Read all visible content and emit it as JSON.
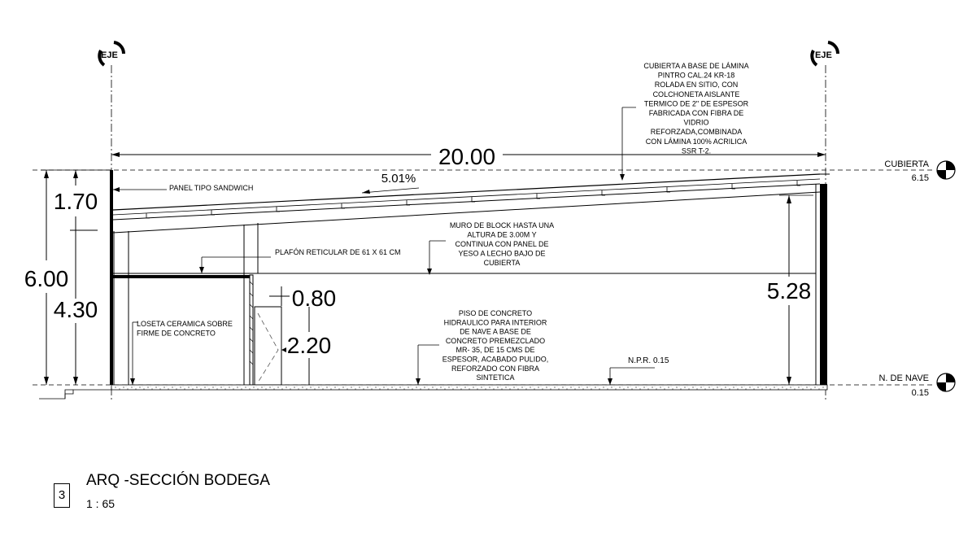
{
  "axis_label": "EJE",
  "dimensions": {
    "span": "20.00",
    "slope": "5.01%",
    "total_height": "6.00",
    "upper_height": "1.70",
    "lower_height": "4.30",
    "door_width": "0.80",
    "door_height": "2.20",
    "right_height": "5.28"
  },
  "levels": {
    "cubierta_label": "CUBIERTA",
    "cubierta_value": "6.15",
    "nave_label": "N. DE NAVE",
    "nave_value": "0.15",
    "npr": "N.P.R. 0.15"
  },
  "notes": {
    "panel": "PANEL TIPO SANDWICH",
    "plafon": "PLAFÓN RETICULAR DE 61 X 61 CM",
    "cubierta": [
      "CUBIERTA A BASE DE LÁMINA",
      "PINTRO CAL.24 KR-18",
      "ROLADA EN SITIO, CON",
      "COLCHONETA AISLANTE",
      "TERMICO DE 2\" DE ESPESOR",
      "FABRICADA CON FIBRA DE",
      "VIDRIO",
      "REFORZADA,COMBINADA",
      "CON LÁMINA 100% ACRILICA",
      "SSR T-2."
    ],
    "muro": [
      "MURO DE BLOCK HASTA UNA",
      "ALTURA DE 3.00M Y",
      "CONTINUA CON PANEL DE",
      "YESO A LECHO BAJO DE",
      "CUBIERTA"
    ],
    "loseta": [
      "LOSETA CERAMICA SOBRE",
      "FIRME DE CONCRETO"
    ],
    "piso": [
      "PISO DE CONCRETO",
      "HIDRAULICO PARA INTERIOR",
      "DE NAVE A BASE DE",
      "CONCRETO PREMEZCLADO",
      "MR- 35, DE 15 CMS DE",
      "ESPESOR, ACABADO PULIDO,",
      "REFORZADO CON FIBRA",
      "SINTETICA"
    ]
  },
  "caption": {
    "number": "3",
    "title": "ARQ -SECCIÓN BODEGA",
    "scale": "1 : 65"
  }
}
